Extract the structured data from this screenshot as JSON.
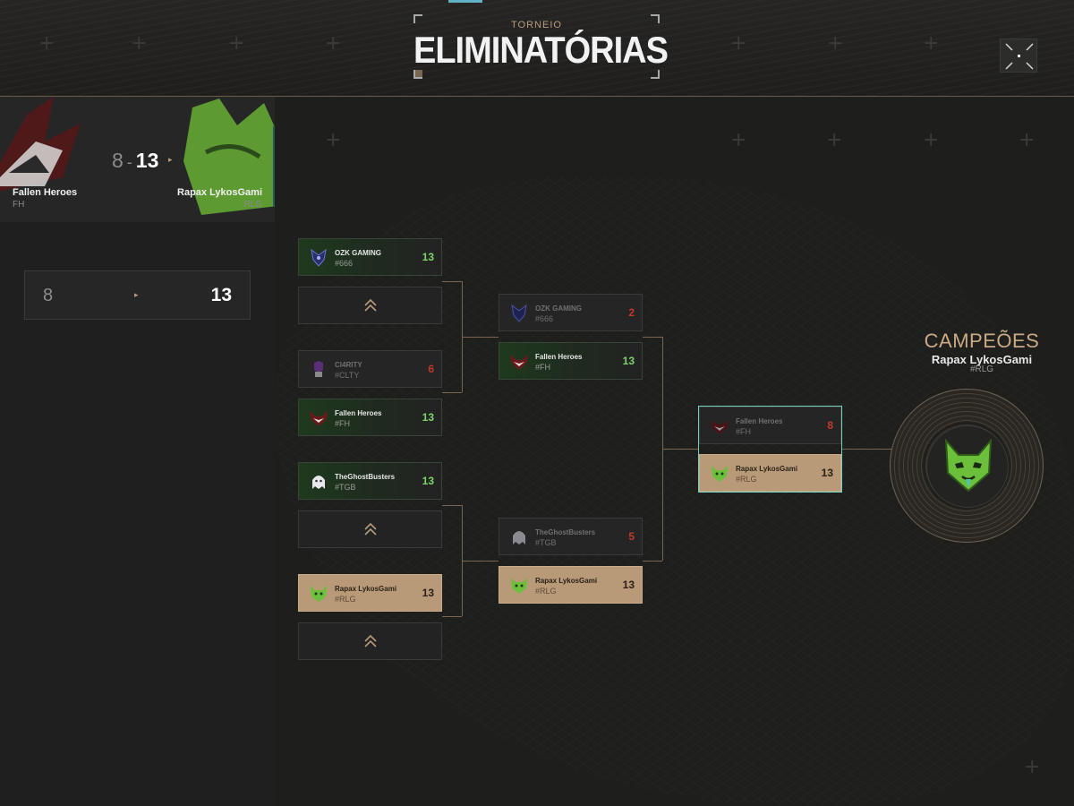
{
  "header": {
    "subtitle": "TORNEIO",
    "title": "ELIMINATÓRIAS"
  },
  "current_match": {
    "team_left": {
      "name": "Fallen Heroes",
      "tag": "FH",
      "score": "8"
    },
    "team_right": {
      "name": "Rapax LykosGami",
      "tag": "RLG",
      "score": "13"
    },
    "separator": "-",
    "arrow": "▸"
  },
  "score_summary": {
    "left": "8",
    "arrow": "▸",
    "right": "13"
  },
  "bracket": {
    "round1": [
      {
        "name": "OZK GAMING",
        "tag": "#666",
        "score": "13",
        "result": "win"
      },
      {
        "name": "",
        "tag": "",
        "score": "",
        "result": "empty"
      },
      {
        "name": "CI4RITY",
        "tag": "#CLTY",
        "score": "6",
        "result": "loss"
      },
      {
        "name": "Fallen Heroes",
        "tag": "#FH",
        "score": "13",
        "result": "win"
      },
      {
        "name": "TheGhostBusters",
        "tag": "#TGB",
        "score": "13",
        "result": "win"
      },
      {
        "name": "",
        "tag": "",
        "score": "",
        "result": "empty"
      },
      {
        "name": "Rapax LykosGami",
        "tag": "#RLG",
        "score": "13",
        "result": "gold"
      },
      {
        "name": "",
        "tag": "",
        "score": "",
        "result": "empty"
      }
    ],
    "round2": [
      {
        "name": "OZK GAMING",
        "tag": "#666",
        "score": "2",
        "result": "loss"
      },
      {
        "name": "Fallen Heroes",
        "tag": "#FH",
        "score": "13",
        "result": "win"
      },
      {
        "name": "TheGhostBusters",
        "tag": "#TGB",
        "score": "5",
        "result": "loss"
      },
      {
        "name": "Rapax LykosGami",
        "tag": "#RLG",
        "score": "13",
        "result": "gold"
      }
    ],
    "final": [
      {
        "name": "Fallen Heroes",
        "tag": "#FH",
        "score": "8",
        "result": "loss"
      },
      {
        "name": "Rapax LykosGami",
        "tag": "#RLG",
        "score": "13",
        "result": "gold"
      }
    ]
  },
  "champion": {
    "label": "CAMPEÕES",
    "name": "Rapax LykosGami",
    "tag": "#RLG"
  },
  "colors": {
    "accent_gold": "#b89a78",
    "win_green": "#7fd36b",
    "loss_red": "#c0392b",
    "final_highlight": "#6fd3c0"
  },
  "icons": {
    "expand": "fullscreen-icon",
    "empty_slot": "chevron-up-double-icon"
  }
}
